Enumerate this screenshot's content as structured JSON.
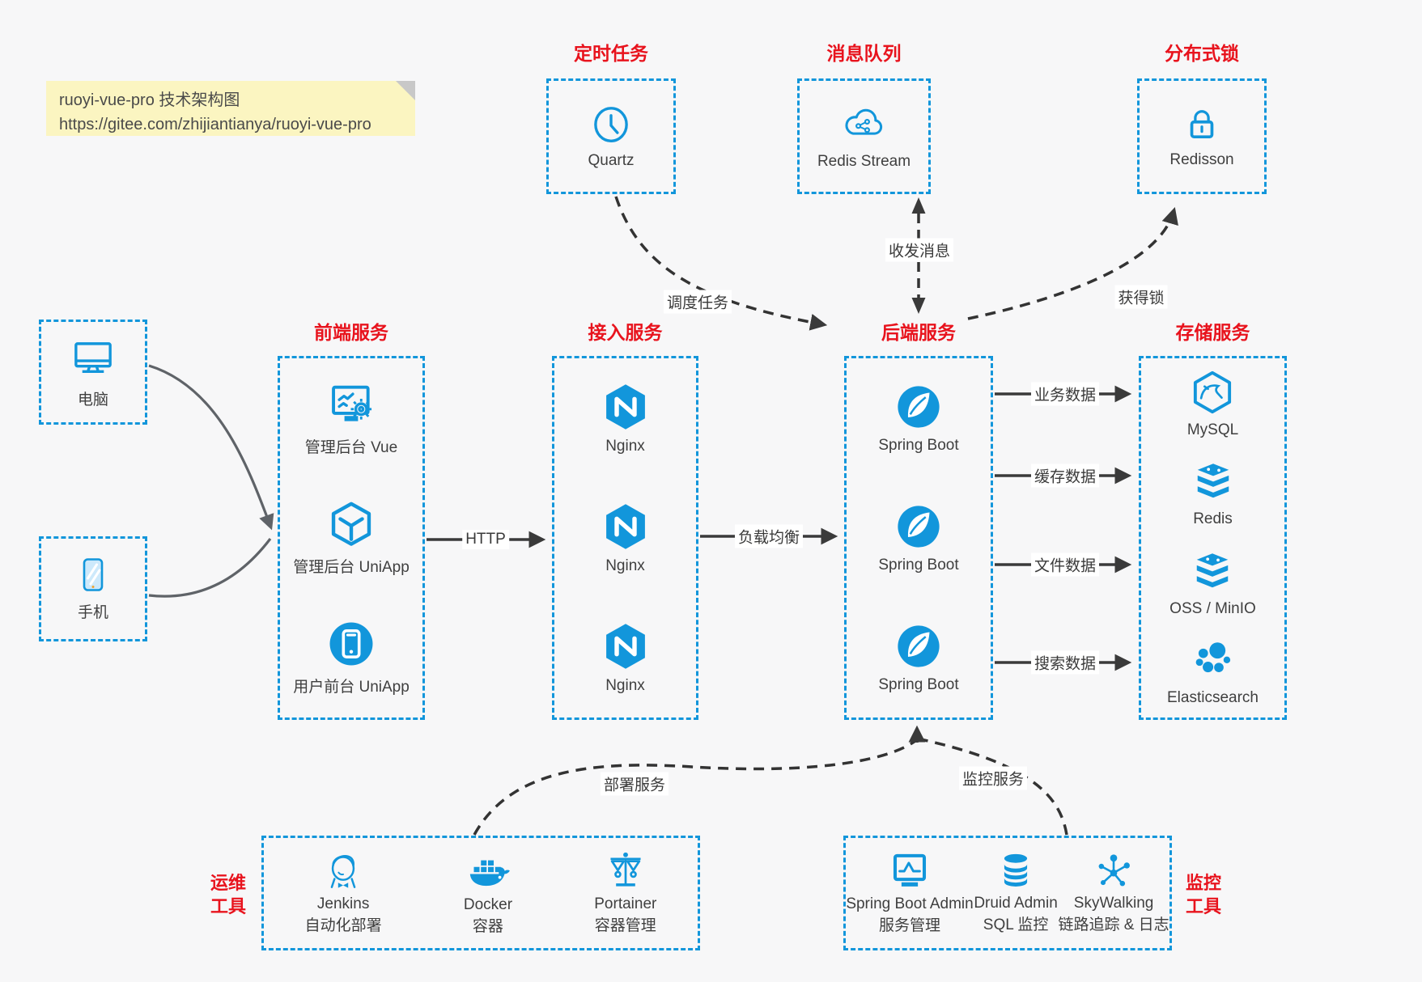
{
  "note": {
    "line1": "ruoyi-vue-pro 技术架构图",
    "line2": "https://gitee.com/zhijiantianya/ruoyi-vue-pro"
  },
  "colors": {
    "accent_blue": "#1296db",
    "heading_red": "#e8131d",
    "arrow_dark": "#3a3a3a",
    "device_arrow_gray": "#5f6368",
    "note_bg": "#fbf5c1",
    "canvas_bg": "#f7f7f8"
  },
  "top_groups": [
    {
      "title": "定时任务",
      "item": "Quartz",
      "icon": "clock-icon"
    },
    {
      "title": "消息队列",
      "item": "Redis Stream",
      "icon": "cloud-share-icon"
    },
    {
      "title": "分布式锁",
      "item": "Redisson",
      "icon": "lock-icon"
    }
  ],
  "devices": [
    {
      "label": "电脑",
      "icon": "desktop-icon"
    },
    {
      "label": "手机",
      "icon": "phone-icon"
    }
  ],
  "columns": {
    "frontend": {
      "title": "前端服务",
      "items": [
        "管理后台 Vue",
        "管理后台 UniApp",
        "用户前台 UniApp"
      ]
    },
    "gateway": {
      "title": "接入服务",
      "items": [
        "Nginx",
        "Nginx",
        "Nginx"
      ]
    },
    "backend": {
      "title": "后端服务",
      "items": [
        "Spring Boot",
        "Spring Boot",
        "Spring Boot"
      ]
    },
    "storage": {
      "title": "存储服务",
      "items": [
        "MySQL",
        "Redis",
        "OSS / MinIO",
        "Elasticsearch"
      ]
    }
  },
  "edges": {
    "http": "HTTP",
    "load_balance": "负载均衡",
    "schedule": "调度任务",
    "message": "收发消息",
    "lock": "获得锁",
    "business_data": "业务数据",
    "cache_data": "缓存数据",
    "file_data": "文件数据",
    "search_data": "搜索数据",
    "deploy": "部署服务",
    "monitor": "监控服务"
  },
  "ops": {
    "title_line1": "运维",
    "title_line2": "工具",
    "items": [
      {
        "name": "Jenkins",
        "desc": "自动化部署"
      },
      {
        "name": "Docker",
        "desc": "容器"
      },
      {
        "name": "Portainer",
        "desc": "容器管理"
      }
    ]
  },
  "monitoring": {
    "title_line1": "监控",
    "title_line2": "工具",
    "items": [
      {
        "name": "Spring Boot Admin",
        "desc": "服务管理"
      },
      {
        "name": "Druid Admin",
        "desc": "SQL 监控"
      },
      {
        "name": "SkyWalking",
        "desc": "链路追踪 & 日志"
      }
    ]
  }
}
